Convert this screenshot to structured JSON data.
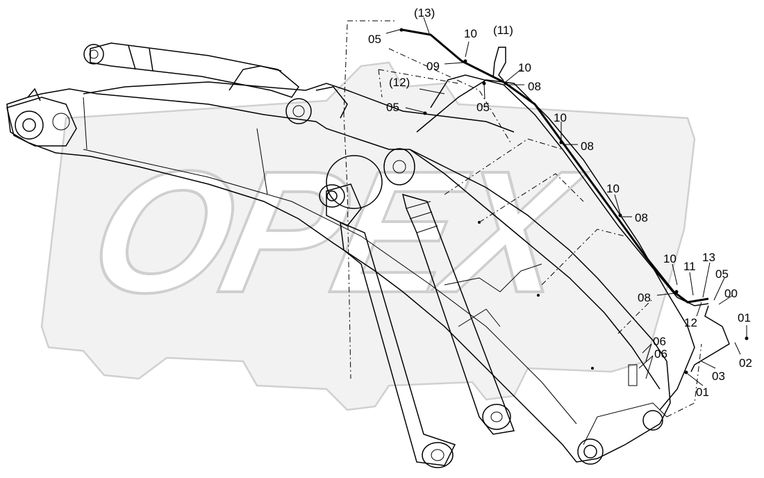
{
  "diagram": {
    "watermark": "OPEX",
    "corner_mark": "",
    "callouts": [
      {
        "id": "c13p",
        "text": "(13)"
      },
      {
        "id": "c05a",
        "text": "05"
      },
      {
        "id": "c10a",
        "text": "10"
      },
      {
        "id": "c11p",
        "text": "(11)"
      },
      {
        "id": "c09",
        "text": "09"
      },
      {
        "id": "c10b",
        "text": "10"
      },
      {
        "id": "c12p",
        "text": "(12)"
      },
      {
        "id": "c08a",
        "text": "08"
      },
      {
        "id": "c05b",
        "text": "05"
      },
      {
        "id": "c05c",
        "text": "05"
      },
      {
        "id": "c10c",
        "text": "10"
      },
      {
        "id": "c08b",
        "text": "08"
      },
      {
        "id": "c10d",
        "text": "10"
      },
      {
        "id": "c08c",
        "text": "08"
      },
      {
        "id": "c10e",
        "text": "10"
      },
      {
        "id": "c11",
        "text": "11"
      },
      {
        "id": "c13",
        "text": "13"
      },
      {
        "id": "c05d",
        "text": "05"
      },
      {
        "id": "c08d",
        "text": "08"
      },
      {
        "id": "c00",
        "text": "00"
      },
      {
        "id": "c12",
        "text": "12"
      },
      {
        "id": "c01a",
        "text": "01"
      },
      {
        "id": "c06a",
        "text": "06"
      },
      {
        "id": "c06b",
        "text": "06"
      },
      {
        "id": "c02",
        "text": "02"
      },
      {
        "id": "c03",
        "text": "03"
      },
      {
        "id": "c01b",
        "text": "01"
      }
    ]
  },
  "colors": {
    "line": "#000000",
    "watermark_stroke": "#d6d6d6",
    "watermark_fill": "#f2f2f2",
    "background": "#ffffff"
  }
}
